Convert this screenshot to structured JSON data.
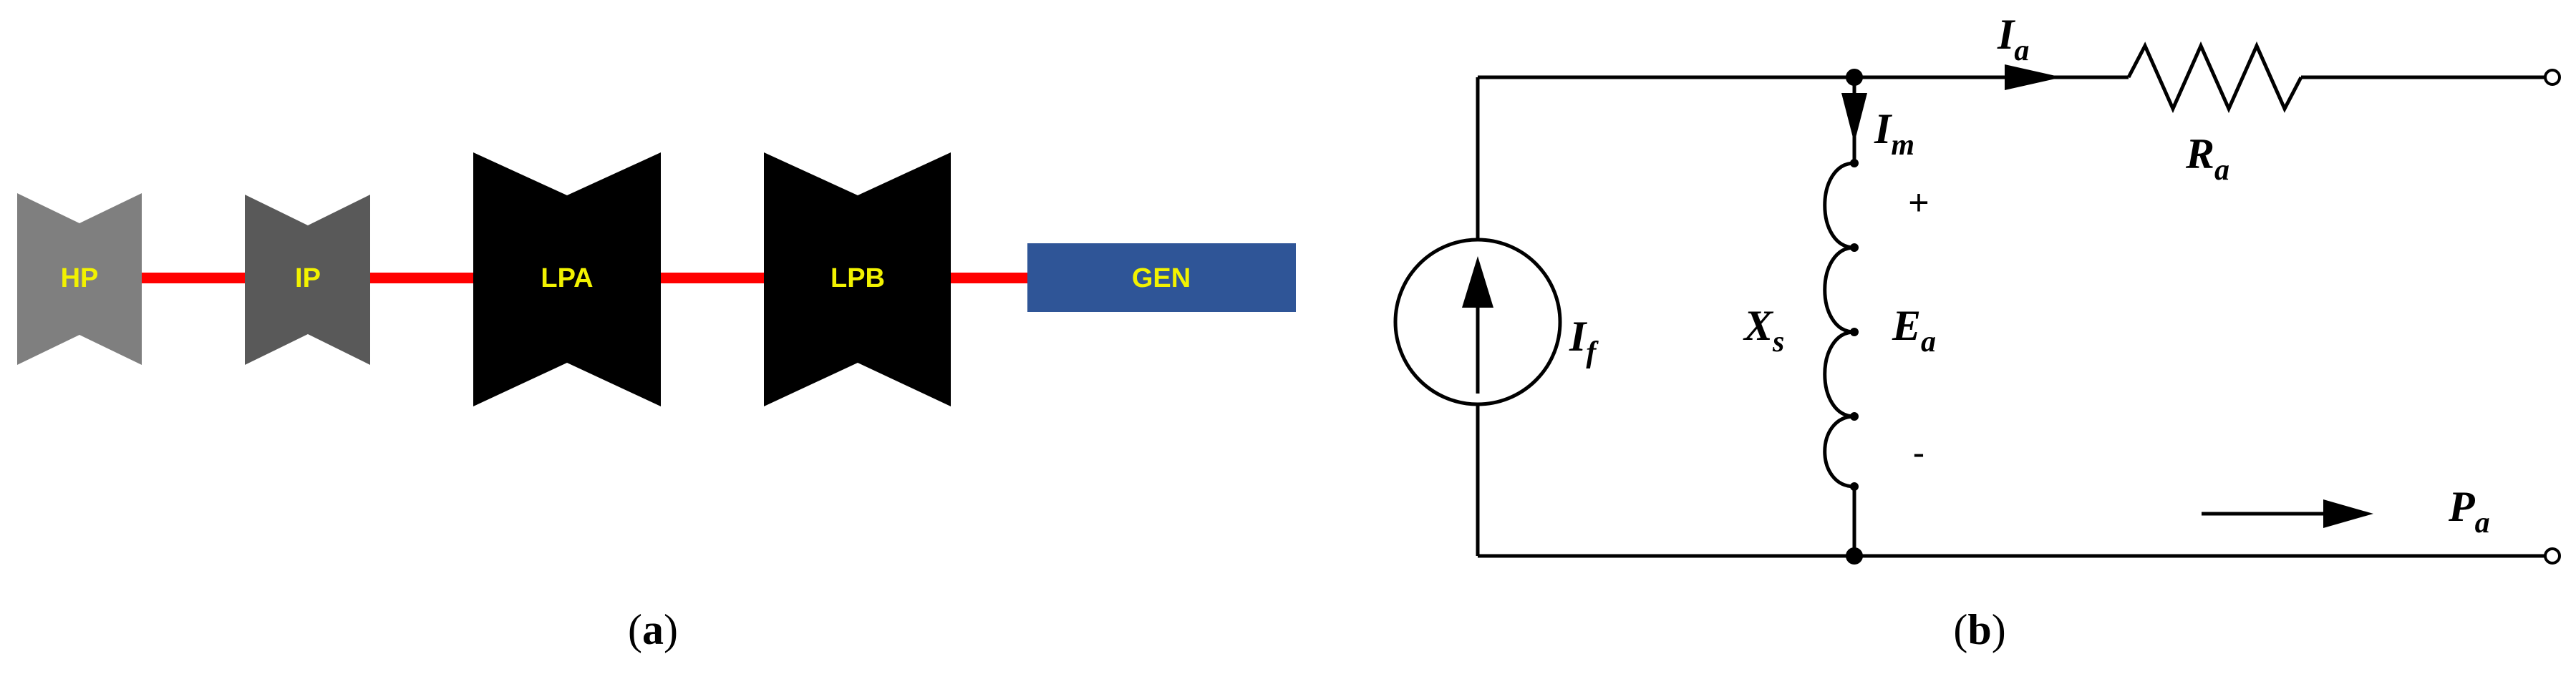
{
  "panel_a": {
    "caption_letter": "a",
    "stages": [
      {
        "label": "HP",
        "color": "#7f7f7f"
      },
      {
        "label": "IP",
        "color": "#595959"
      },
      {
        "label": "LPA",
        "color": "#000000"
      },
      {
        "label": "LPB",
        "color": "#000000"
      }
    ],
    "generator": {
      "label": "GEN",
      "color": "#2f5597"
    },
    "shaft_color": "#ff0000",
    "label_color": "#f2f200"
  },
  "panel_b": {
    "caption_letter": "b",
    "field_current": {
      "symbol": "I",
      "subscript": "f"
    },
    "armature_current": {
      "symbol": "I",
      "subscript": "a"
    },
    "magnetizing_current": {
      "symbol": "I",
      "subscript": "m"
    },
    "resistance": {
      "symbol": "R",
      "subscript": "a"
    },
    "reactance": {
      "symbol": "X",
      "subscript": "s"
    },
    "emf": {
      "symbol": "E",
      "subscript": "a"
    },
    "power": {
      "symbol": "P",
      "subscript": "a"
    },
    "plus_sign": "+",
    "minus_sign": "-"
  }
}
